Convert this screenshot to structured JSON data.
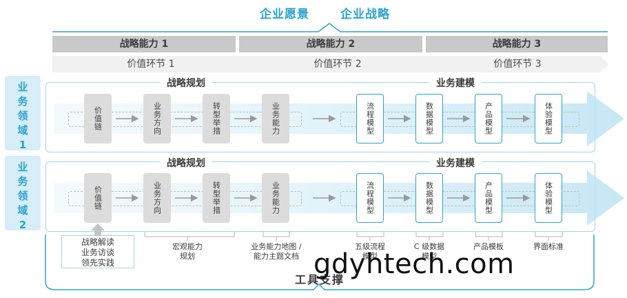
{
  "header": {
    "vision": "企业愿景",
    "strategy": "企业战略"
  },
  "capabilities": [
    {
      "label": "战略能力 1"
    },
    {
      "label": "战略能力 2"
    },
    {
      "label": "战略能力 3"
    }
  ],
  "value_segments": [
    {
      "label": "价值环节 1"
    },
    {
      "label": "价值环节 2"
    },
    {
      "label": "价值环节 3"
    }
  ],
  "domains": [
    {
      "label_chars": [
        "业",
        "务",
        "领",
        "域",
        "1"
      ],
      "section_left": "战略规划",
      "section_right": "业务建模",
      "boxes": [
        "价值链",
        "业务方向",
        "转型举措",
        "业务能力",
        "流程模型",
        "数据模型",
        "产品模型",
        "体验模型"
      ]
    },
    {
      "label_chars": [
        "业",
        "务",
        "领",
        "域",
        "2"
      ],
      "section_left": "战略规划",
      "section_right": "业务建模",
      "boxes": [
        "价值链",
        "业务方向",
        "转型举措",
        "业务能力",
        "流程模型",
        "数据模型",
        "产品模型",
        "体验模型"
      ]
    }
  ],
  "sources": [
    "战略解读",
    "业务访谈",
    "领先实践"
  ],
  "outputs": [
    {
      "lines": [
        "宏观能力",
        "规划"
      ]
    },
    {
      "lines": [
        "业务能力地图 /",
        "能力主题文档"
      ]
    },
    {
      "lines": [
        "五级流程",
        "模型"
      ]
    },
    {
      "lines": [
        "C 级数据",
        "模型"
      ]
    },
    {
      "lines": [
        "产品模板"
      ]
    },
    {
      "lines": [
        "界面标准"
      ]
    }
  ],
  "footer": {
    "tool_support": "工具支撑"
  },
  "watermark": "gdyhtech.com",
  "colors": {
    "accent": "#2aa3cf",
    "light_accent": "#d7edf7",
    "grey_box": "#dcdcdc",
    "capability_bar": "#c9c9c9",
    "value_bar": "#f1f1f1"
  }
}
